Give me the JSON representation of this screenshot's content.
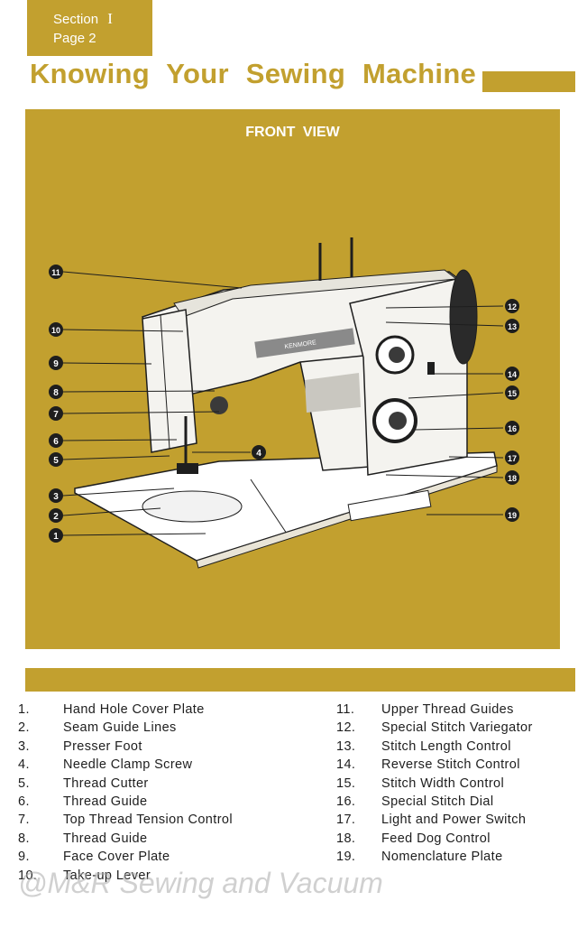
{
  "header": {
    "section_label": "Section",
    "section_number": "I",
    "page_label": "Page 2",
    "title": "Knowing Your Sewing Machine"
  },
  "colors": {
    "accent": "#c2a02f",
    "ink": "#1e1e1e",
    "paper": "#ffffff"
  },
  "diagram": {
    "heading": "FRONT VIEW",
    "machine_brand": "KENMORE",
    "callouts": [
      "1",
      "2",
      "3",
      "4",
      "5",
      "6",
      "7",
      "8",
      "9",
      "10",
      "11",
      "12",
      "13",
      "14",
      "15",
      "16",
      "17",
      "18",
      "19"
    ]
  },
  "parts_left": [
    {
      "num": "1.",
      "name": "Hand Hole Cover Plate"
    },
    {
      "num": "2.",
      "name": "Seam Guide Lines"
    },
    {
      "num": "3.",
      "name": "Presser Foot"
    },
    {
      "num": "4.",
      "name": "Needle Clamp Screw"
    },
    {
      "num": "5.",
      "name": "Thread Cutter"
    },
    {
      "num": "6.",
      "name": "Thread Guide"
    },
    {
      "num": "7.",
      "name": "Top Thread Tension Control"
    },
    {
      "num": "8.",
      "name": "Thread Guide"
    },
    {
      "num": "9.",
      "name": "Face Cover Plate"
    },
    {
      "num": "10.",
      "name": "Take-up Lever"
    }
  ],
  "parts_right": [
    {
      "num": "11.",
      "name": "Upper Thread Guides"
    },
    {
      "num": "12.",
      "name": "Special Stitch Variegator"
    },
    {
      "num": "13.",
      "name": "Stitch Length Control"
    },
    {
      "num": "14.",
      "name": "Reverse Stitch Control"
    },
    {
      "num": "15.",
      "name": "Stitch Width Control"
    },
    {
      "num": "16.",
      "name": "Special Stitch Dial"
    },
    {
      "num": "17.",
      "name": "Light and Power Switch"
    },
    {
      "num": "18.",
      "name": "Feed Dog Control"
    },
    {
      "num": "19.",
      "name": "Nomenclature Plate"
    }
  ],
  "watermark": "@M&R Sewing and Vacuum"
}
